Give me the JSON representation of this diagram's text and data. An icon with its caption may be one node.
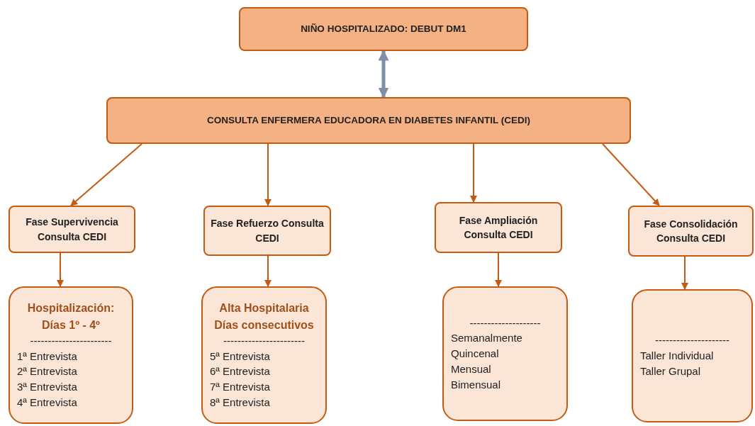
{
  "diagram": {
    "nodes": [
      {
        "text": [
          "NIÑO HOSPITALIZADO: DEBUT DM1"
        ]
      },
      {
        "text": [
          "CONSULTA ENFERMERA EDUCADORA EN DIABETES INFANTIL (CEDI)"
        ]
      },
      {
        "text": [
          "Fase Supervivencia Consulta CEDI"
        ]
      },
      {
        "text": [
          "Fase Refuerzo Consulta CEDI"
        ]
      },
      {
        "text": [
          "Fase Ampliación Consulta CEDI"
        ]
      },
      {
        "text": [
          "Fase Consolidación Consulta CEDI"
        ]
      },
      {
        "text": [
          "Hospitalización: Días 1º - 4º",
          "-----------------------",
          "1ª Entrevista",
          "2ª Entrevista",
          "3ª Entrevista",
          "4ª Entrevista"
        ]
      },
      {
        "text": [
          "Alta Hospitalaria Días consecutivos",
          "-----------------------",
          "5ª Entrevista",
          "6ª Entrevista",
          "7ª Entrevista",
          "8ª Entrevista"
        ]
      },
      {
        "text": [
          "--------------------",
          "Semanalmente",
          "Quincenal",
          "Mensual",
          "Bimensual"
        ]
      },
      {
        "text": [
          "---------------------",
          "Taller Individual",
          "Taller Grupal"
        ]
      }
    ],
    "edges": [
      {
        "from": 0,
        "to": 1,
        "arrow": "both",
        "style": "thick",
        "color": "#7f8fa6"
      },
      {
        "from": 1,
        "to": 2,
        "arrow": "to"
      },
      {
        "from": 1,
        "to": 3,
        "arrow": "to"
      },
      {
        "from": 1,
        "to": 4,
        "arrow": "to"
      },
      {
        "from": 1,
        "to": 5,
        "arrow": "to"
      },
      {
        "from": 2,
        "to": 6,
        "arrow": "to"
      },
      {
        "from": 3,
        "to": 7,
        "arrow": "to"
      },
      {
        "from": 4,
        "to": 8,
        "arrow": "to"
      },
      {
        "from": 5,
        "to": 9,
        "arrow": "to"
      }
    ]
  }
}
